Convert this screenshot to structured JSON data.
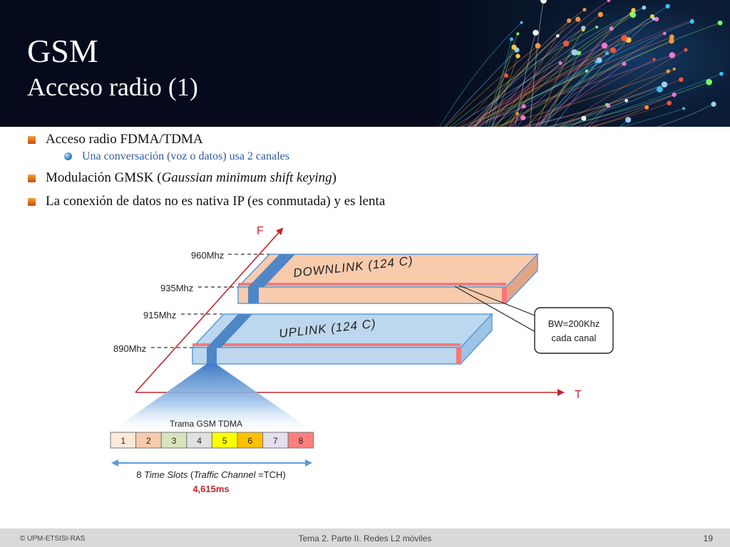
{
  "header": {
    "title": "GSM",
    "subtitle": "Acceso radio (1)"
  },
  "bullets": [
    {
      "text": "Acceso radio FDMA/TDMA",
      "level": 1
    },
    {
      "text": "Una conversación (voz o datos) usa 2 canales",
      "level": 2
    },
    {
      "text_before": "Modulación GMSK (",
      "text_italic": "Gaussian minimum shift keying",
      "text_after": ")",
      "level": 1
    },
    {
      "text": "La conexión de datos no es nativa IP (es conmutada) y es lenta",
      "level": 1
    }
  ],
  "diagram": {
    "axis_f": "F",
    "axis_t": "T",
    "freq_labels": [
      "960Mhz",
      "935Mhz",
      "915Mhz",
      "890Mhz"
    ],
    "downlink": "DOWNLINK (124 C)",
    "uplink": "UPLINK (124 C)",
    "callout_line1": "BW=200Khz",
    "callout_line2": "cada canal",
    "frame_title": "Trama GSM TDMA",
    "slots": [
      "1",
      "2",
      "3",
      "4",
      "5",
      "6",
      "7",
      "8"
    ],
    "slot_colors": [
      "#fde9d9",
      "#f8cbad",
      "#d8e4bc",
      "#e0e0e0",
      "#ffff00",
      "#ffc000",
      "#e4dfec",
      "#ff7f7f"
    ],
    "caption_num": "8 ",
    "caption_italic1": "Time Slots",
    "caption_mid": " (",
    "caption_italic2": "Traffic Channel",
    "caption_end": " =TCH)",
    "duration": "4,615ms"
  },
  "footer": {
    "copyright": "© UPM-ETSISI-RAS",
    "topic": "Tema 2. Parte II. Redes L2 móviles",
    "page": "19"
  }
}
